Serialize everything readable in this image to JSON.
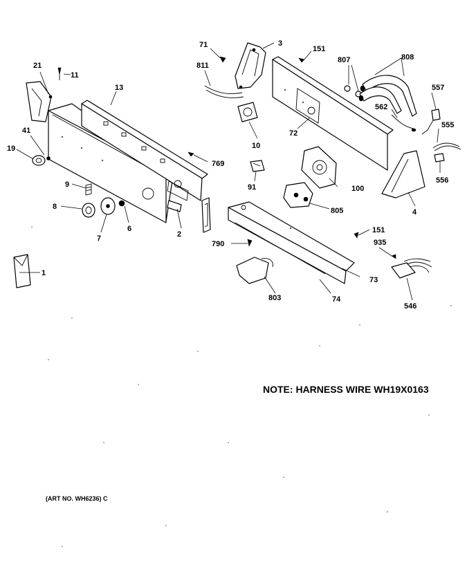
{
  "note": "NOTE: HARNESS WIRE WH19X0163",
  "art_number": "(ART NO. WH6236) C",
  "callouts": {
    "p1": "1",
    "p2": "2",
    "p3": "3",
    "p4": "4",
    "p6": "6",
    "p7": "7",
    "p8": "8",
    "p9": "9",
    "p10": "10",
    "p11": "11",
    "p13": "13",
    "p19": "19",
    "p21": "21",
    "p41": "41",
    "p71": "71",
    "p72": "72",
    "p73": "73",
    "p74": "74",
    "p91": "91",
    "p100": "100",
    "p151a": "151",
    "p151b": "151",
    "p546": "546",
    "p555": "555",
    "p556": "556",
    "p557": "557",
    "p562": "562",
    "p769": "769",
    "p790": "790",
    "p803": "803",
    "p805": "805",
    "p807": "807",
    "p808": "808",
    "p811": "811",
    "p935": "935"
  }
}
